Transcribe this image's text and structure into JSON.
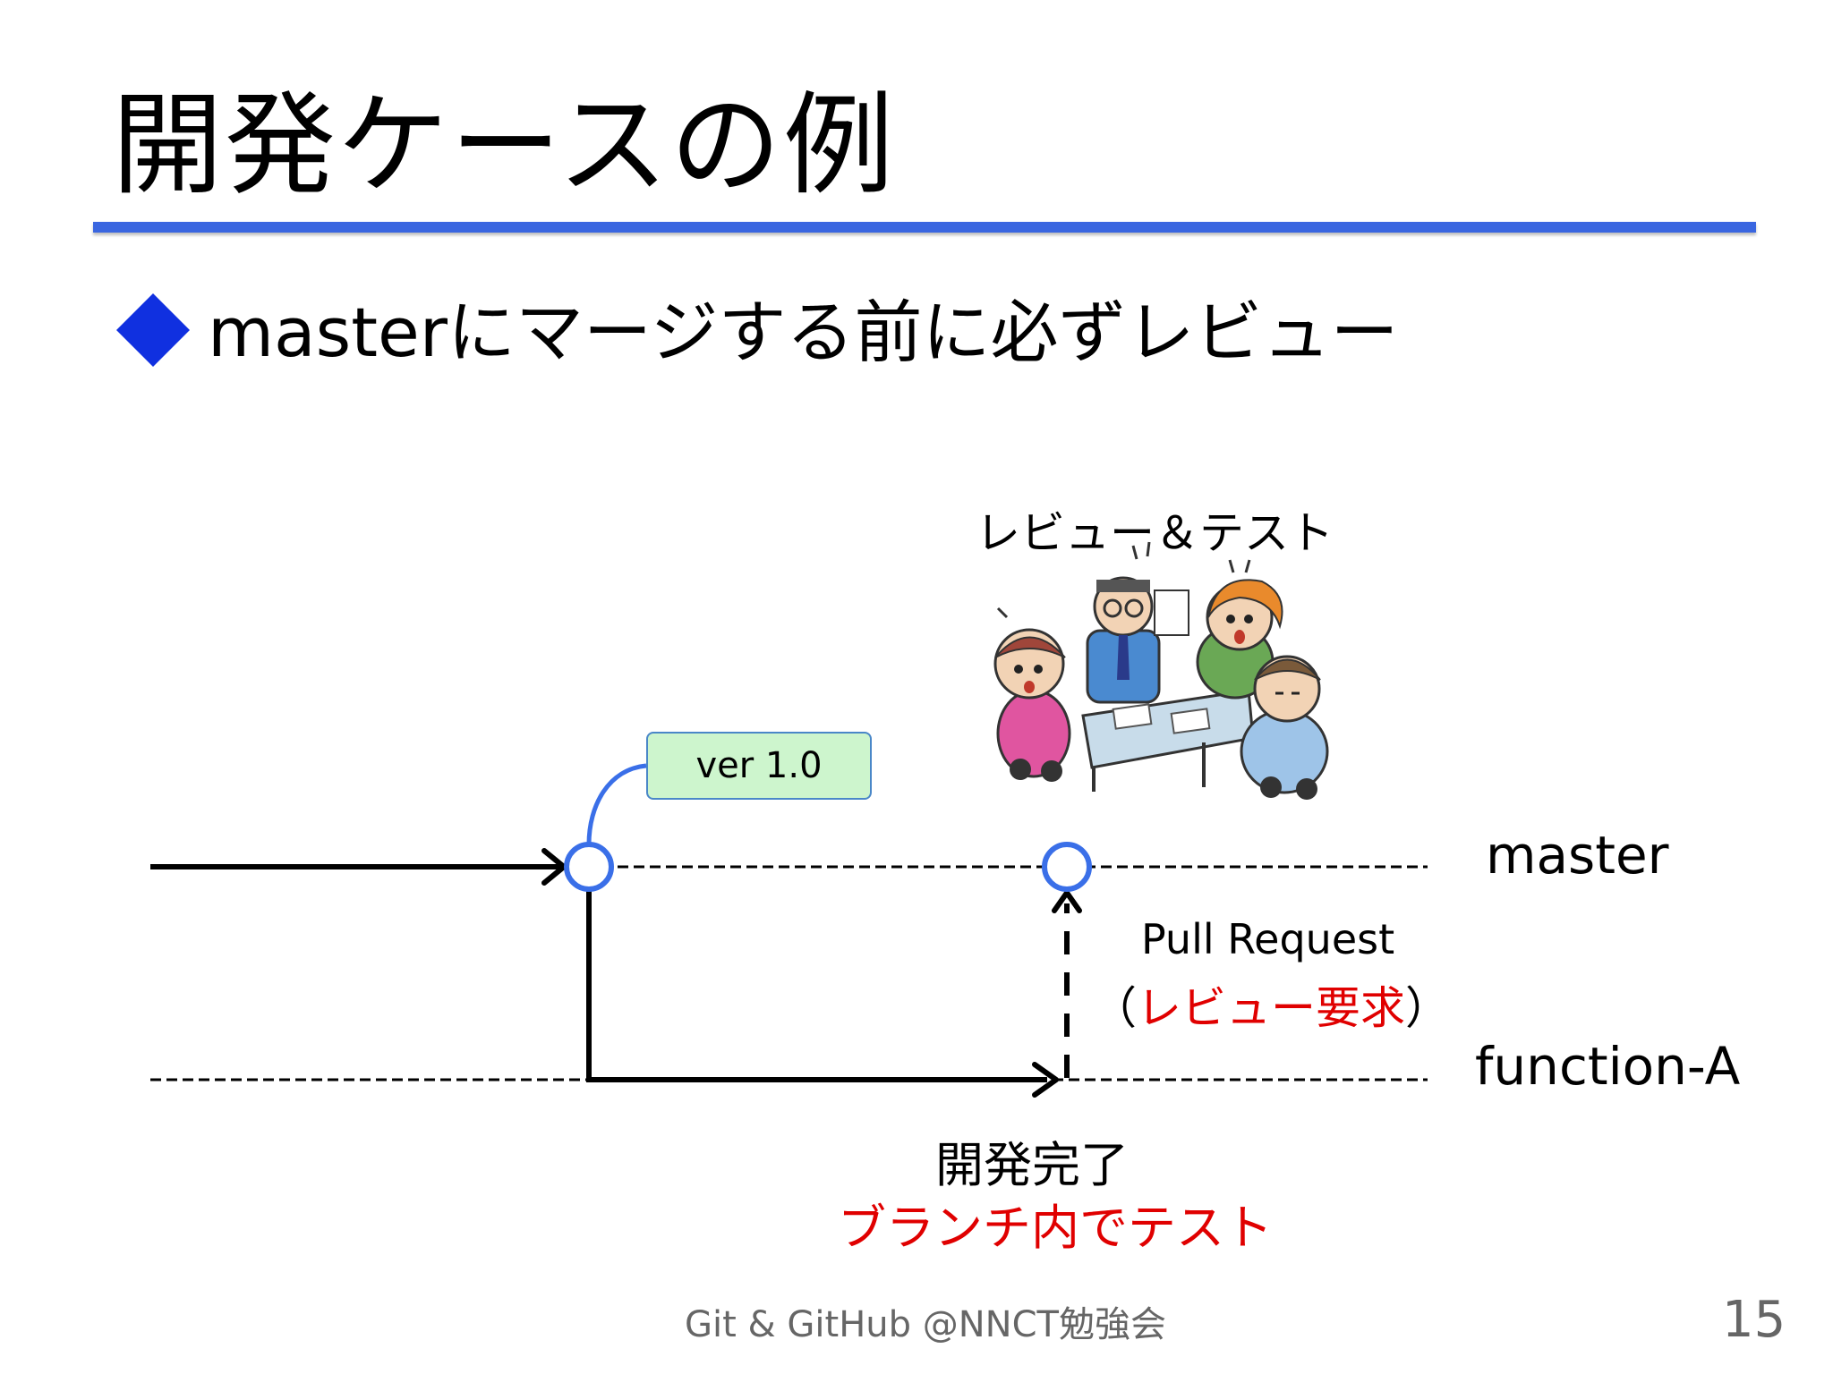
{
  "slide": {
    "title": "開発ケースの例",
    "bullet": "masterにマージする前に必ずレビュー",
    "footer": "Git & GitHub @NNCT勉強会",
    "page_number": "15"
  },
  "diagram": {
    "review_title": "レビュー＆テスト",
    "tag_label": "ver 1.0",
    "master_label": "master",
    "function_label": "function-A",
    "pull_request": "Pull Request",
    "pr_open_paren": "（",
    "pr_sub_red": "レビュー要求",
    "pr_close_paren": "）",
    "done_label": "開発完了",
    "branch_test": "ブランチ内でテスト"
  },
  "colors": {
    "accent_blue": "#3a66e0",
    "bullet_blue": "#1030e0",
    "node_blue": "#3a6fe8",
    "red_text": "#e00000",
    "tag_fill": "#cdf5cd"
  },
  "icons": {
    "meeting": "meeting-illustration-icon"
  }
}
